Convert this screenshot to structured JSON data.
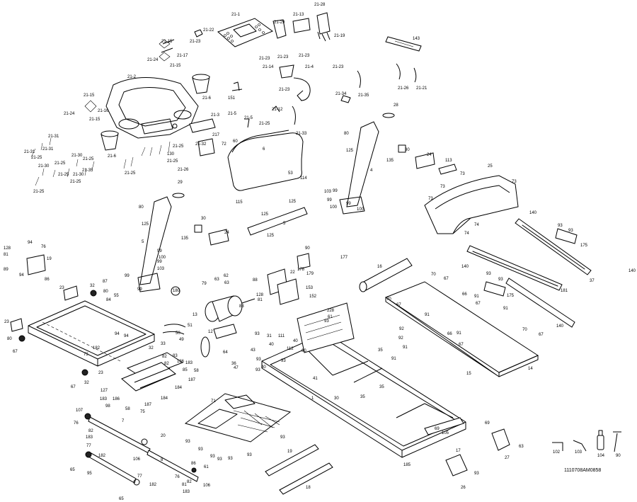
{
  "drawing_code": "1110708AM0858",
  "callouts": [
    {
      "id": "c1",
      "text": "21-1"
    },
    {
      "id": "c2",
      "text": "21-22"
    },
    {
      "id": "c3",
      "text": "21-23"
    },
    {
      "id": "c4",
      "text": "21-13"
    },
    {
      "id": "c5",
      "text": "21-28"
    },
    {
      "id": "c6",
      "text": "21-29"
    },
    {
      "id": "c7",
      "text": "21-23"
    },
    {
      "id": "c8",
      "text": "21-23"
    },
    {
      "id": "c9",
      "text": "21-19"
    },
    {
      "id": "c10",
      "text": "21-23"
    },
    {
      "id": "c11",
      "text": "143"
    },
    {
      "id": "c12",
      "text": "21-15"
    },
    {
      "id": "c13",
      "text": "21-17"
    },
    {
      "id": "c14",
      "text": "21-24"
    },
    {
      "id": "c15",
      "text": "21-15"
    },
    {
      "id": "c16",
      "text": "21-23"
    },
    {
      "id": "c17",
      "text": "21-14"
    },
    {
      "id": "c18",
      "text": "21-4"
    },
    {
      "id": "c19",
      "text": "21-23"
    },
    {
      "id": "c20",
      "text": "21-2"
    },
    {
      "id": "c21",
      "text": "21-6"
    },
    {
      "id": "c22",
      "text": "151"
    },
    {
      "id": "c23",
      "text": "21-26"
    },
    {
      "id": "c24",
      "text": "21-21"
    },
    {
      "id": "c25",
      "text": "21-34"
    },
    {
      "id": "c26",
      "text": "21-35"
    },
    {
      "id": "c27",
      "text": "21-15"
    },
    {
      "id": "c28",
      "text": "21-24"
    },
    {
      "id": "c29",
      "text": "21-16"
    },
    {
      "id": "c30",
      "text": "21-15"
    },
    {
      "id": "c31",
      "text": "21-3"
    },
    {
      "id": "c32",
      "text": "21-5"
    },
    {
      "id": "c33",
      "text": "21-5"
    },
    {
      "id": "c34",
      "text": "21-12"
    },
    {
      "id": "c35",
      "text": "21-25"
    },
    {
      "id": "c36",
      "text": "21-33"
    },
    {
      "id": "c37",
      "text": "217"
    },
    {
      "id": "c38",
      "text": "21-31"
    },
    {
      "id": "c39",
      "text": "21-6"
    },
    {
      "id": "c40",
      "text": "21-25"
    },
    {
      "id": "c41",
      "text": "130"
    },
    {
      "id": "c42",
      "text": "21-25"
    },
    {
      "id": "c43",
      "text": "21-32"
    },
    {
      "id": "c44",
      "text": "21-26"
    },
    {
      "id": "c45",
      "text": "21-31"
    },
    {
      "id": "c46",
      "text": "21-25"
    },
    {
      "id": "c47",
      "text": "21-30"
    },
    {
      "id": "c48",
      "text": "21-25"
    },
    {
      "id": "c49",
      "text": "21-25"
    },
    {
      "id": "c50",
      "text": "21-30"
    },
    {
      "id": "c51",
      "text": "21-25"
    },
    {
      "id": "c52",
      "text": "21-30"
    },
    {
      "id": "c53",
      "text": "21-25"
    },
    {
      "id": "c54",
      "text": "21-35"
    },
    {
      "id": "c55",
      "text": "21-25"
    },
    {
      "id": "c56",
      "text": "21-31"
    },
    {
      "id": "c57",
      "text": "21-25"
    },
    {
      "id": "c58",
      "text": "72"
    },
    {
      "id": "c59",
      "text": "60"
    },
    {
      "id": "c60",
      "text": "6"
    },
    {
      "id": "c61",
      "text": "53"
    },
    {
      "id": "c62",
      "text": "114"
    },
    {
      "id": "c63",
      "text": "28"
    },
    {
      "id": "c64",
      "text": "80"
    },
    {
      "id": "c65",
      "text": "125"
    },
    {
      "id": "c66",
      "text": "135"
    },
    {
      "id": "c67",
      "text": "30"
    },
    {
      "id": "c68",
      "text": "24"
    },
    {
      "id": "c69",
      "text": "4"
    },
    {
      "id": "c70",
      "text": "113"
    },
    {
      "id": "c71",
      "text": "73"
    },
    {
      "id": "c72",
      "text": "25"
    },
    {
      "id": "c73",
      "text": "73"
    },
    {
      "id": "c74",
      "text": "73"
    },
    {
      "id": "c75",
      "text": "73"
    },
    {
      "id": "c76",
      "text": "74"
    },
    {
      "id": "c77",
      "text": "74"
    },
    {
      "id": "c78",
      "text": "99"
    },
    {
      "id": "c79",
      "text": "103"
    },
    {
      "id": "c80",
      "text": "99"
    },
    {
      "id": "c81",
      "text": "100"
    },
    {
      "id": "c82",
      "text": "99"
    },
    {
      "id": "c83",
      "text": "100"
    },
    {
      "id": "c84",
      "text": "29"
    },
    {
      "id": "c85",
      "text": "80"
    },
    {
      "id": "c86",
      "text": "125"
    },
    {
      "id": "c87",
      "text": "115"
    },
    {
      "id": "c88",
      "text": "125"
    },
    {
      "id": "c89",
      "text": "125"
    },
    {
      "id": "c90",
      "text": "5"
    },
    {
      "id": "c91",
      "text": "125"
    },
    {
      "id": "c92",
      "text": "30"
    },
    {
      "id": "c93",
      "text": "24"
    },
    {
      "id": "c94",
      "text": "135"
    },
    {
      "id": "c95",
      "text": "140"
    },
    {
      "id": "c96",
      "text": "93"
    },
    {
      "id": "c97",
      "text": "93"
    },
    {
      "id": "c98",
      "text": "175"
    },
    {
      "id": "c99",
      "text": "5"
    },
    {
      "id": "c100",
      "text": "99"
    },
    {
      "id": "c101",
      "text": "100"
    },
    {
      "id": "c102",
      "text": "99"
    },
    {
      "id": "c103",
      "text": "103"
    },
    {
      "id": "c104",
      "text": "99"
    },
    {
      "id": "c105",
      "text": "99"
    },
    {
      "id": "c106",
      "text": "90"
    },
    {
      "id": "c107",
      "text": "177"
    },
    {
      "id": "c108",
      "text": "178"
    },
    {
      "id": "c109",
      "text": "179"
    },
    {
      "id": "c110",
      "text": "16"
    },
    {
      "id": "c111",
      "text": "140"
    },
    {
      "id": "c112",
      "text": "37"
    },
    {
      "id": "c113",
      "text": "181"
    },
    {
      "id": "c114",
      "text": "140"
    },
    {
      "id": "c115",
      "text": "128"
    },
    {
      "id": "c116",
      "text": "81"
    },
    {
      "id": "c117",
      "text": "94"
    },
    {
      "id": "c118",
      "text": "76"
    },
    {
      "id": "c119",
      "text": "89"
    },
    {
      "id": "c120",
      "text": "94"
    },
    {
      "id": "c121",
      "text": "19"
    },
    {
      "id": "c122",
      "text": "86"
    },
    {
      "id": "c123",
      "text": "79"
    },
    {
      "id": "c124",
      "text": "63"
    },
    {
      "id": "c125",
      "text": "62"
    },
    {
      "id": "c126",
      "text": "63"
    },
    {
      "id": "c127",
      "text": "88"
    },
    {
      "id": "c128",
      "text": "22"
    },
    {
      "id": "c129",
      "text": "153"
    },
    {
      "id": "c130",
      "text": "152"
    },
    {
      "id": "c131",
      "text": "70"
    },
    {
      "id": "c132",
      "text": "67"
    },
    {
      "id": "c133",
      "text": "93"
    },
    {
      "id": "c134",
      "text": "93"
    },
    {
      "id": "c135",
      "text": "175"
    },
    {
      "id": "c136",
      "text": "23"
    },
    {
      "id": "c137",
      "text": "32"
    },
    {
      "id": "c138",
      "text": "87"
    },
    {
      "id": "c139",
      "text": "80"
    },
    {
      "id": "c140",
      "text": "84"
    },
    {
      "id": "c141",
      "text": "55"
    },
    {
      "id": "c142",
      "text": "180"
    },
    {
      "id": "c143",
      "text": "128"
    },
    {
      "id": "c144",
      "text": "81"
    },
    {
      "id": "c145",
      "text": "83"
    },
    {
      "id": "c146",
      "text": "13"
    },
    {
      "id": "c147",
      "text": "228"
    },
    {
      "id": "c148",
      "text": "61"
    },
    {
      "id": "c149",
      "text": "93"
    },
    {
      "id": "c150",
      "text": "70"
    },
    {
      "id": "c151",
      "text": "67"
    },
    {
      "id": "c152",
      "text": "66"
    },
    {
      "id": "c153",
      "text": "91"
    },
    {
      "id": "c154",
      "text": "67"
    },
    {
      "id": "c155",
      "text": "91"
    },
    {
      "id": "c156",
      "text": "91"
    },
    {
      "id": "c157",
      "text": "66"
    },
    {
      "id": "c158",
      "text": "91"
    },
    {
      "id": "c159",
      "text": "67"
    },
    {
      "id": "c160",
      "text": "70"
    },
    {
      "id": "c161",
      "text": "67"
    },
    {
      "id": "c162",
      "text": "140"
    },
    {
      "id": "c163",
      "text": "23"
    },
    {
      "id": "c164",
      "text": "94"
    },
    {
      "id": "c165",
      "text": "80"
    },
    {
      "id": "c166",
      "text": "67"
    },
    {
      "id": "c167",
      "text": "51"
    },
    {
      "id": "c168",
      "text": "50"
    },
    {
      "id": "c169",
      "text": "49"
    },
    {
      "id": "c170",
      "text": "12"
    },
    {
      "id": "c171",
      "text": "64"
    },
    {
      "id": "c172",
      "text": "93"
    },
    {
      "id": "c173",
      "text": "31"
    },
    {
      "id": "c174",
      "text": "40"
    },
    {
      "id": "c175",
      "text": "111"
    },
    {
      "id": "c176",
      "text": "112"
    },
    {
      "id": "c177",
      "text": "40"
    },
    {
      "id": "c178",
      "text": "93"
    },
    {
      "id": "c179",
      "text": "60"
    },
    {
      "id": "c180",
      "text": "35"
    },
    {
      "id": "c181",
      "text": "92"
    },
    {
      "id": "c182",
      "text": "91"
    },
    {
      "id": "c183",
      "text": "15"
    },
    {
      "id": "c184",
      "text": "14"
    },
    {
      "id": "c185",
      "text": "94"
    },
    {
      "id": "c186",
      "text": "32"
    },
    {
      "id": "c187",
      "text": "33"
    },
    {
      "id": "c188",
      "text": "73"
    },
    {
      "id": "c189",
      "text": "182"
    },
    {
      "id": "c190",
      "text": "23"
    },
    {
      "id": "c191",
      "text": "32"
    },
    {
      "id": "c192",
      "text": "67"
    },
    {
      "id": "c193",
      "text": "127"
    },
    {
      "id": "c194",
      "text": "183"
    },
    {
      "id": "c195",
      "text": "186"
    },
    {
      "id": "c196",
      "text": "58"
    },
    {
      "id": "c197",
      "text": "187"
    },
    {
      "id": "c198",
      "text": "75"
    },
    {
      "id": "c199",
      "text": "184"
    },
    {
      "id": "c200",
      "text": "82"
    },
    {
      "id": "c201",
      "text": "83"
    },
    {
      "id": "c202",
      "text": "82"
    },
    {
      "id": "c203",
      "text": "186"
    },
    {
      "id": "c204",
      "text": "85"
    },
    {
      "id": "c205",
      "text": "184"
    },
    {
      "id": "c206",
      "text": "187"
    },
    {
      "id": "c207",
      "text": "58"
    },
    {
      "id": "c208",
      "text": "183"
    },
    {
      "id": "c209",
      "text": "47"
    },
    {
      "id": "c210",
      "text": "36"
    },
    {
      "id": "c211",
      "text": "43"
    },
    {
      "id": "c212",
      "text": "93"
    },
    {
      "id": "c213",
      "text": "40"
    },
    {
      "id": "c214",
      "text": "41"
    },
    {
      "id": "c215",
      "text": "93"
    },
    {
      "id": "c216",
      "text": "92"
    },
    {
      "id": "c217",
      "text": "91"
    },
    {
      "id": "c218",
      "text": "35"
    },
    {
      "id": "c219",
      "text": "30"
    },
    {
      "id": "c220",
      "text": "35"
    },
    {
      "id": "c221",
      "text": "1"
    },
    {
      "id": "c222",
      "text": "71"
    },
    {
      "id": "c223",
      "text": "107"
    },
    {
      "id": "c224",
      "text": "98"
    },
    {
      "id": "c225",
      "text": "76"
    },
    {
      "id": "c226",
      "text": "82"
    },
    {
      "id": "c227",
      "text": "183"
    },
    {
      "id": "c228",
      "text": "7"
    },
    {
      "id": "c229",
      "text": "20"
    },
    {
      "id": "c230",
      "text": "93"
    },
    {
      "id": "c231",
      "text": "93"
    },
    {
      "id": "c232",
      "text": "93"
    },
    {
      "id": "c233",
      "text": "93"
    },
    {
      "id": "c234",
      "text": "93"
    },
    {
      "id": "c235",
      "text": "93"
    },
    {
      "id": "c236",
      "text": "93"
    },
    {
      "id": "c237",
      "text": "19"
    },
    {
      "id": "c238",
      "text": "18"
    },
    {
      "id": "c239",
      "text": "185"
    },
    {
      "id": "c240",
      "text": "69"
    },
    {
      "id": "c241",
      "text": "17"
    },
    {
      "id": "c242",
      "text": "69"
    },
    {
      "id": "c243",
      "text": "27"
    },
    {
      "id": "c244",
      "text": "63"
    },
    {
      "id": "c245",
      "text": "93"
    },
    {
      "id": "c246",
      "text": "26"
    },
    {
      "id": "c247",
      "text": "105"
    },
    {
      "id": "c248",
      "text": "102"
    },
    {
      "id": "c249",
      "text": "103"
    },
    {
      "id": "c250",
      "text": "104"
    },
    {
      "id": "c251",
      "text": "90"
    },
    {
      "id": "c252",
      "text": "77"
    },
    {
      "id": "c253",
      "text": "182"
    },
    {
      "id": "c254",
      "text": "65"
    },
    {
      "id": "c255",
      "text": "95"
    },
    {
      "id": "c256",
      "text": "106"
    },
    {
      "id": "c257",
      "text": "8"
    },
    {
      "id": "c258",
      "text": "86"
    },
    {
      "id": "c259",
      "text": "61"
    },
    {
      "id": "c260",
      "text": "76"
    },
    {
      "id": "c261",
      "text": "82"
    },
    {
      "id": "c262",
      "text": "106"
    },
    {
      "id": "c263",
      "text": "77"
    },
    {
      "id": "c264",
      "text": "182"
    },
    {
      "id": "c265",
      "text": "65"
    },
    {
      "id": "c266",
      "text": "81"
    },
    {
      "id": "c267",
      "text": "183"
    }
  ]
}
